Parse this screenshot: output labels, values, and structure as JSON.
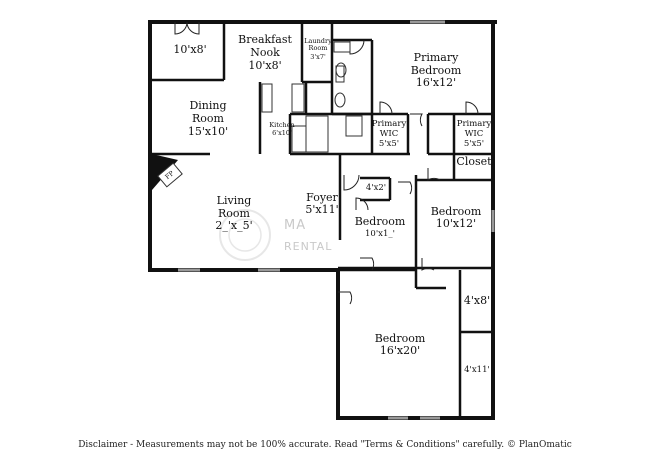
{
  "rooms": {
    "patio": {
      "size": "10'x8'"
    },
    "breakfast_nook": {
      "name": "Breakfast\nNook",
      "size": "10'x8'"
    },
    "laundry": {
      "name": "Laundry\nRoom",
      "size": "3'x7'"
    },
    "primary_bedroom": {
      "name": "Primary\nBedroom",
      "size": "16'x12'"
    },
    "dining_room": {
      "name": "Dining\nRoom",
      "size": "15'x10'"
    },
    "kitchen": {
      "name": "Kitchen",
      "size": "6'x10'"
    },
    "primary_wic_left": {
      "name": "Primary\nWIC",
      "size": "5'x5'"
    },
    "primary_wic_right": {
      "name": "Primary\nWIC",
      "size": "5'x5'"
    },
    "closet": {
      "name": "Closet"
    },
    "small_closet": {
      "size": "4'x2'"
    },
    "foyer": {
      "name": "Foyer",
      "size": "5'x11'"
    },
    "living_room": {
      "name": "Living\nRoom",
      "size": "2_'x_5'"
    },
    "bedroom_middle": {
      "name": "Bedroom",
      "size": "10'x1_'"
    },
    "bedroom_right": {
      "name": "Bedroom",
      "size": "10'x12'"
    },
    "closet_4x8": {
      "size": "4'x8'"
    },
    "bedroom_large": {
      "name": "Bedroom",
      "size": "16'x20'"
    },
    "closet_4x11": {
      "size": "4'x11'"
    },
    "fireplace": {
      "name": "FP"
    }
  },
  "watermark": {
    "line1": "MA",
    "line2": "RENTAL"
  },
  "disclaimer": "Disclaimer - Measurements may not be 100% accurate. Read \"Terms & Conditions\" carefully. © PlanOmatic"
}
